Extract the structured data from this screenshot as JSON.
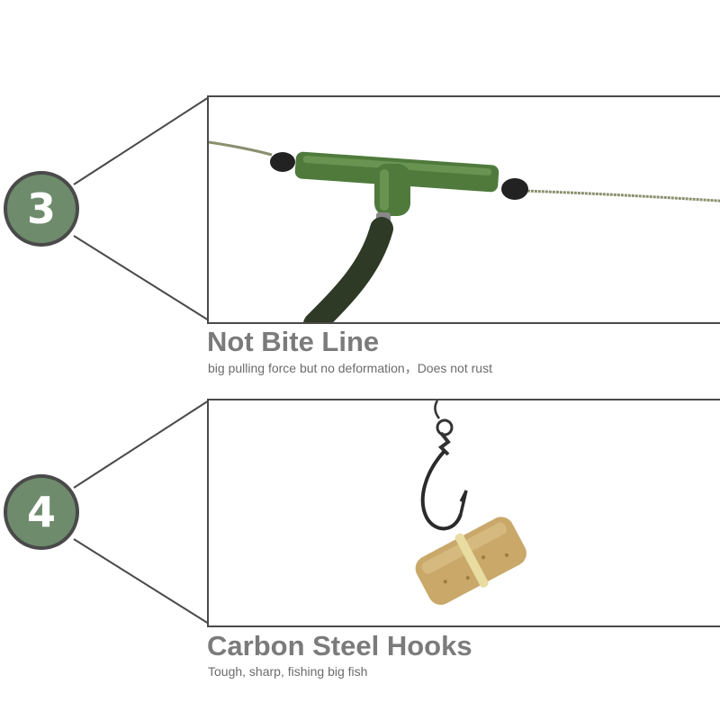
{
  "sections": [
    {
      "number": "3",
      "title": "Not Bite Line",
      "subtitle": "big pulling force but no deformation，Does not rust",
      "image": "t-bead-connector-on-braided-line"
    },
    {
      "number": "4",
      "title": "Carbon Steel Hooks",
      "subtitle": "Tough, sharp, fishing big fish",
      "image": "hook-with-boilie-bait"
    }
  ],
  "colors": {
    "badge_fill": "#6e8b6c",
    "outline": "#4a4a4a",
    "title_text": "#7b7b7b"
  }
}
